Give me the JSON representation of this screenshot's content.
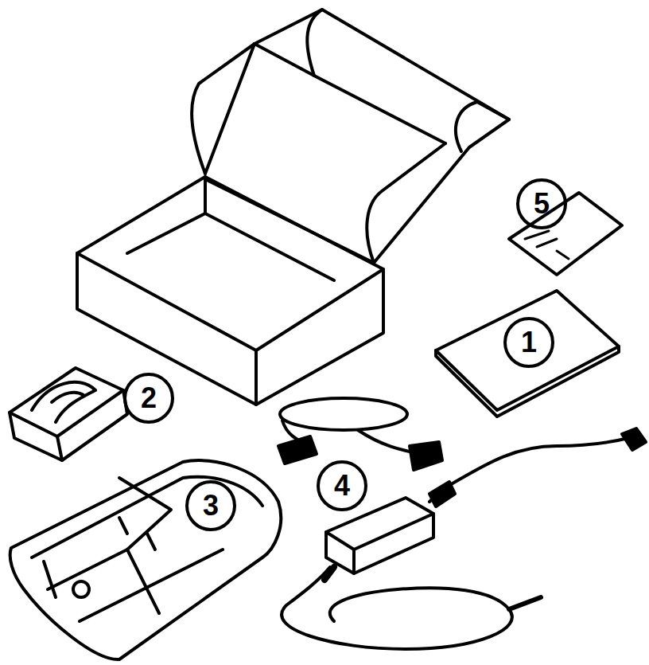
{
  "diagram": {
    "labels": [
      "5",
      "1",
      "2",
      "4",
      "3"
    ]
  }
}
